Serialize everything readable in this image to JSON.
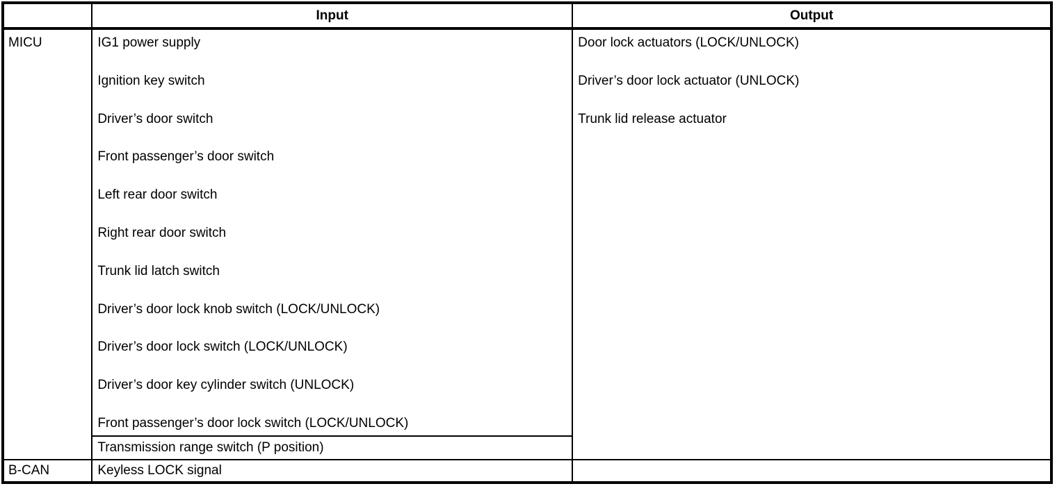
{
  "table": {
    "headers": {
      "row_label": "",
      "input": "Input",
      "output": "Output"
    },
    "rows": [
      {
        "label": "MICU",
        "inputs": [
          "IG1 power supply",
          "Ignition key switch",
          "Driver’s door switch",
          "Front passenger’s door switch",
          "Left rear door switch",
          "Right rear door switch",
          "Trunk lid latch switch",
          "Driver’s door lock knob switch (LOCK/UNLOCK)",
          "Driver’s door lock switch (LOCK/UNLOCK)",
          "Driver’s door key cylinder switch (UNLOCK)",
          "Front passenger’s door lock switch (LOCK/UNLOCK)"
        ],
        "input_sub_row": "Transmission range switch (P position)",
        "outputs": [
          "Door lock actuators (LOCK/UNLOCK)",
          "Driver’s door lock actuator (UNLOCK)",
          "Trunk lid release actuator"
        ]
      },
      {
        "label": "B-CAN",
        "input": "Keyless LOCK signal",
        "output": ""
      }
    ]
  }
}
